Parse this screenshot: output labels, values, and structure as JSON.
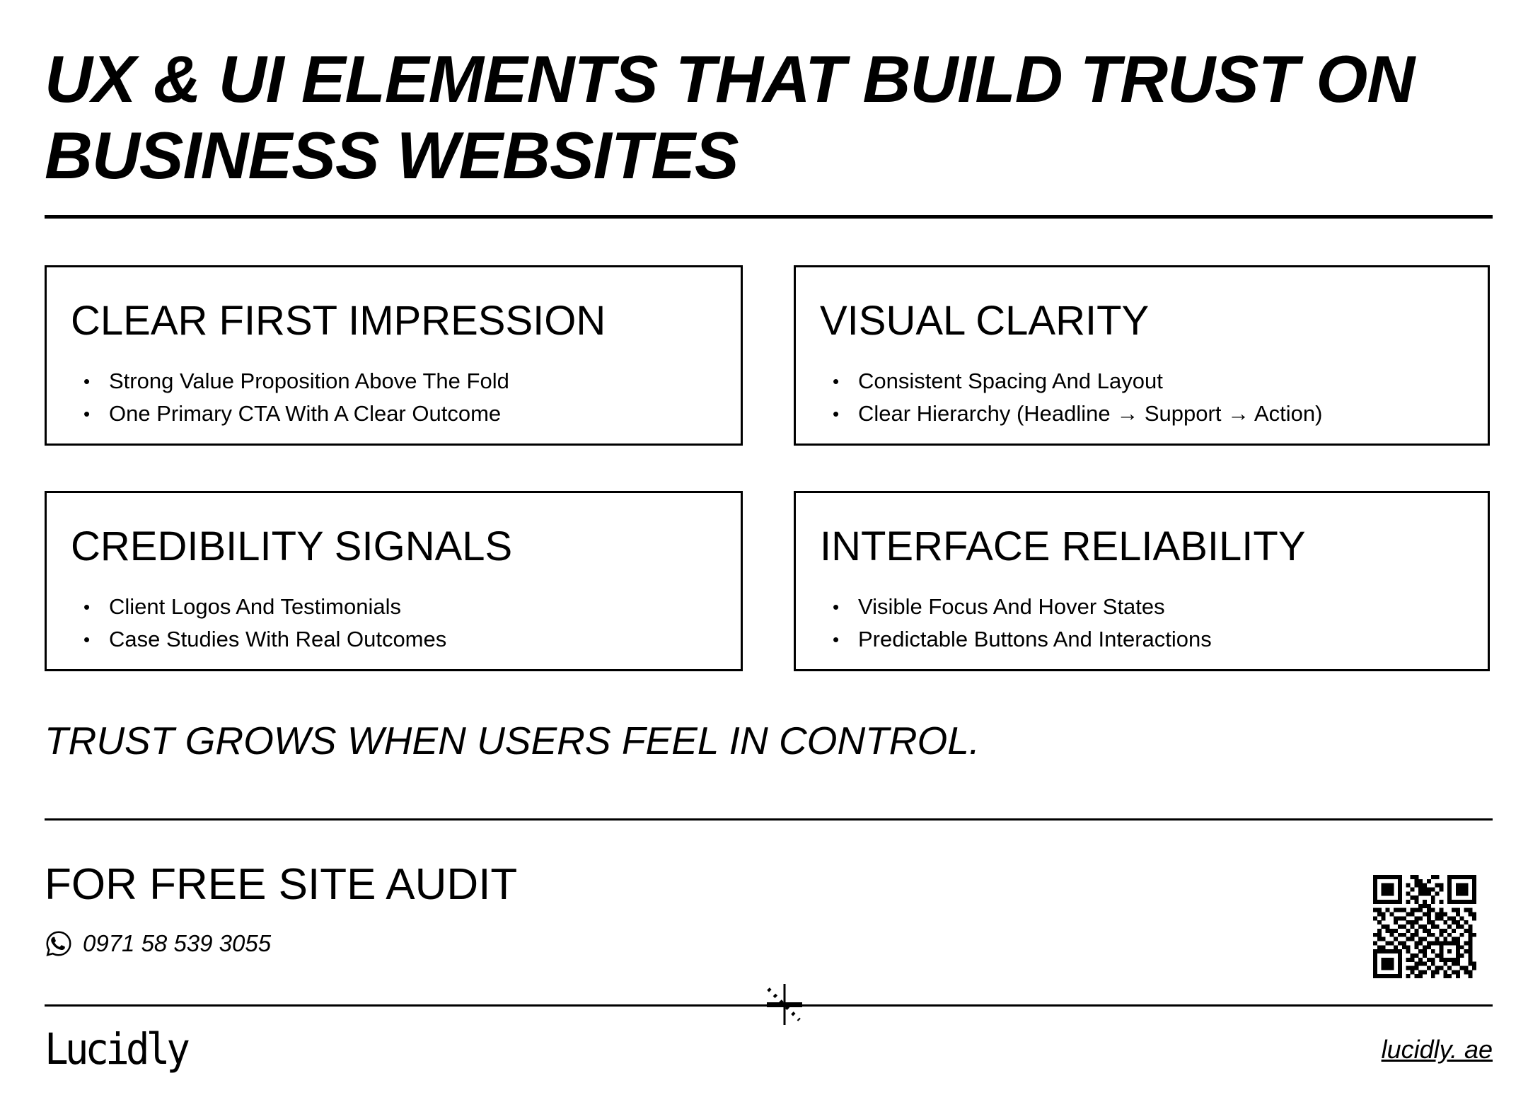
{
  "header": {
    "title_line1": "UX & UI ELEMENTS THAT BUILD TRUST ON",
    "title_line2": "BUSINESS WEBSITES"
  },
  "cards": [
    {
      "title": "CLEAR FIRST IMPRESSION",
      "bullets": [
        "Strong Value Proposition Above The Fold",
        "One Primary CTA With A Clear Outcome"
      ]
    },
    {
      "title": "VISUAL CLARITY",
      "bullets": [
        "Consistent Spacing And Layout",
        "Clear Hierarchy (Headline → Support → Action)"
      ]
    },
    {
      "title": "CREDIBILITY SIGNALS",
      "bullets": [
        "Client Logos And Testimonials",
        "Case Studies With Real Outcomes"
      ]
    },
    {
      "title": "INTERFACE RELIABILITY",
      "bullets": [
        "Visible Focus And Hover States",
        "Predictable Buttons And Interactions"
      ]
    }
  ],
  "tagline": "TRUST GROWS WHEN USERS FEEL IN CONTROL.",
  "cta": {
    "heading": "FOR FREE SITE AUDIT",
    "phone": "0971 58 539 3055",
    "phone_icon": "whatsapp-icon"
  },
  "footer": {
    "logo": "Lucidly",
    "website": "lucidly. ae"
  },
  "colors": {
    "ink": "#000000",
    "background": "#ffffff"
  },
  "qr_matrix": [
    "1111111001100011001111111",
    "1000001000110100001000001",
    "1011101010111001101011101",
    "1011101001011110101011101",
    "1011101010011101001011101",
    "1000001001100010001000001",
    "1111111010101010101111111",
    "0000000000011100000000000",
    "1101011101110110100110110",
    "0110100011001101110010011",
    "1010011100110101101101001",
    "0100010011100110010110100",
    "0011001101011011001011010",
    "0101110010101100110100110",
    "1100101101100110101001011",
    "0110010011011001010110010",
    "1001101100110111111110110",
    "0110010110101100100011010",
    "1111111010011010101010110",
    "1000001001101001100011010",
    "1011101011010110111110010",
    "1011101000111010010110011",
    "1011101011100101101001101",
    "1000001001011011010110110",
    "1111111010110010011010010"
  ]
}
